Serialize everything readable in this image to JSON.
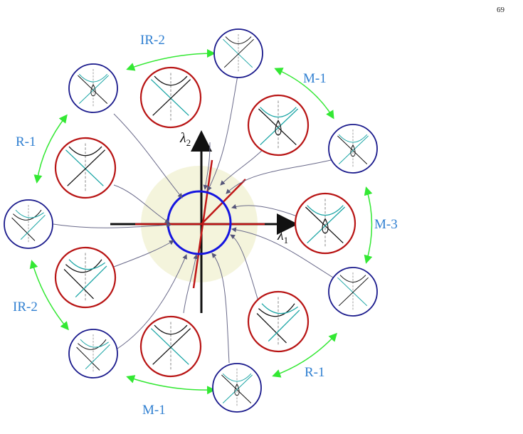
{
  "page_number": "69",
  "colors": {
    "blue_circle": "#1a1a8c",
    "red_circle": "#b81414",
    "green_arrow": "#33e833",
    "label": "#2f7fd1",
    "center_disk": "#f4f4dc",
    "center_circle": "#1515e0",
    "red_line": "#c01818",
    "connector": "#6a6a8a",
    "cyan": "#1aa5a5"
  },
  "axes": {
    "x_label": "λ",
    "x_sub": "1",
    "y_label": "λ",
    "y_sub": "2"
  },
  "labels": {
    "ir2_top": "IR-2",
    "m1_top": "M-1",
    "r1_left": "R-1",
    "m3_right": "M-3",
    "ir2_left": "IR-2",
    "r1_bottom": "R-1",
    "m1_bottom": "M-1"
  }
}
